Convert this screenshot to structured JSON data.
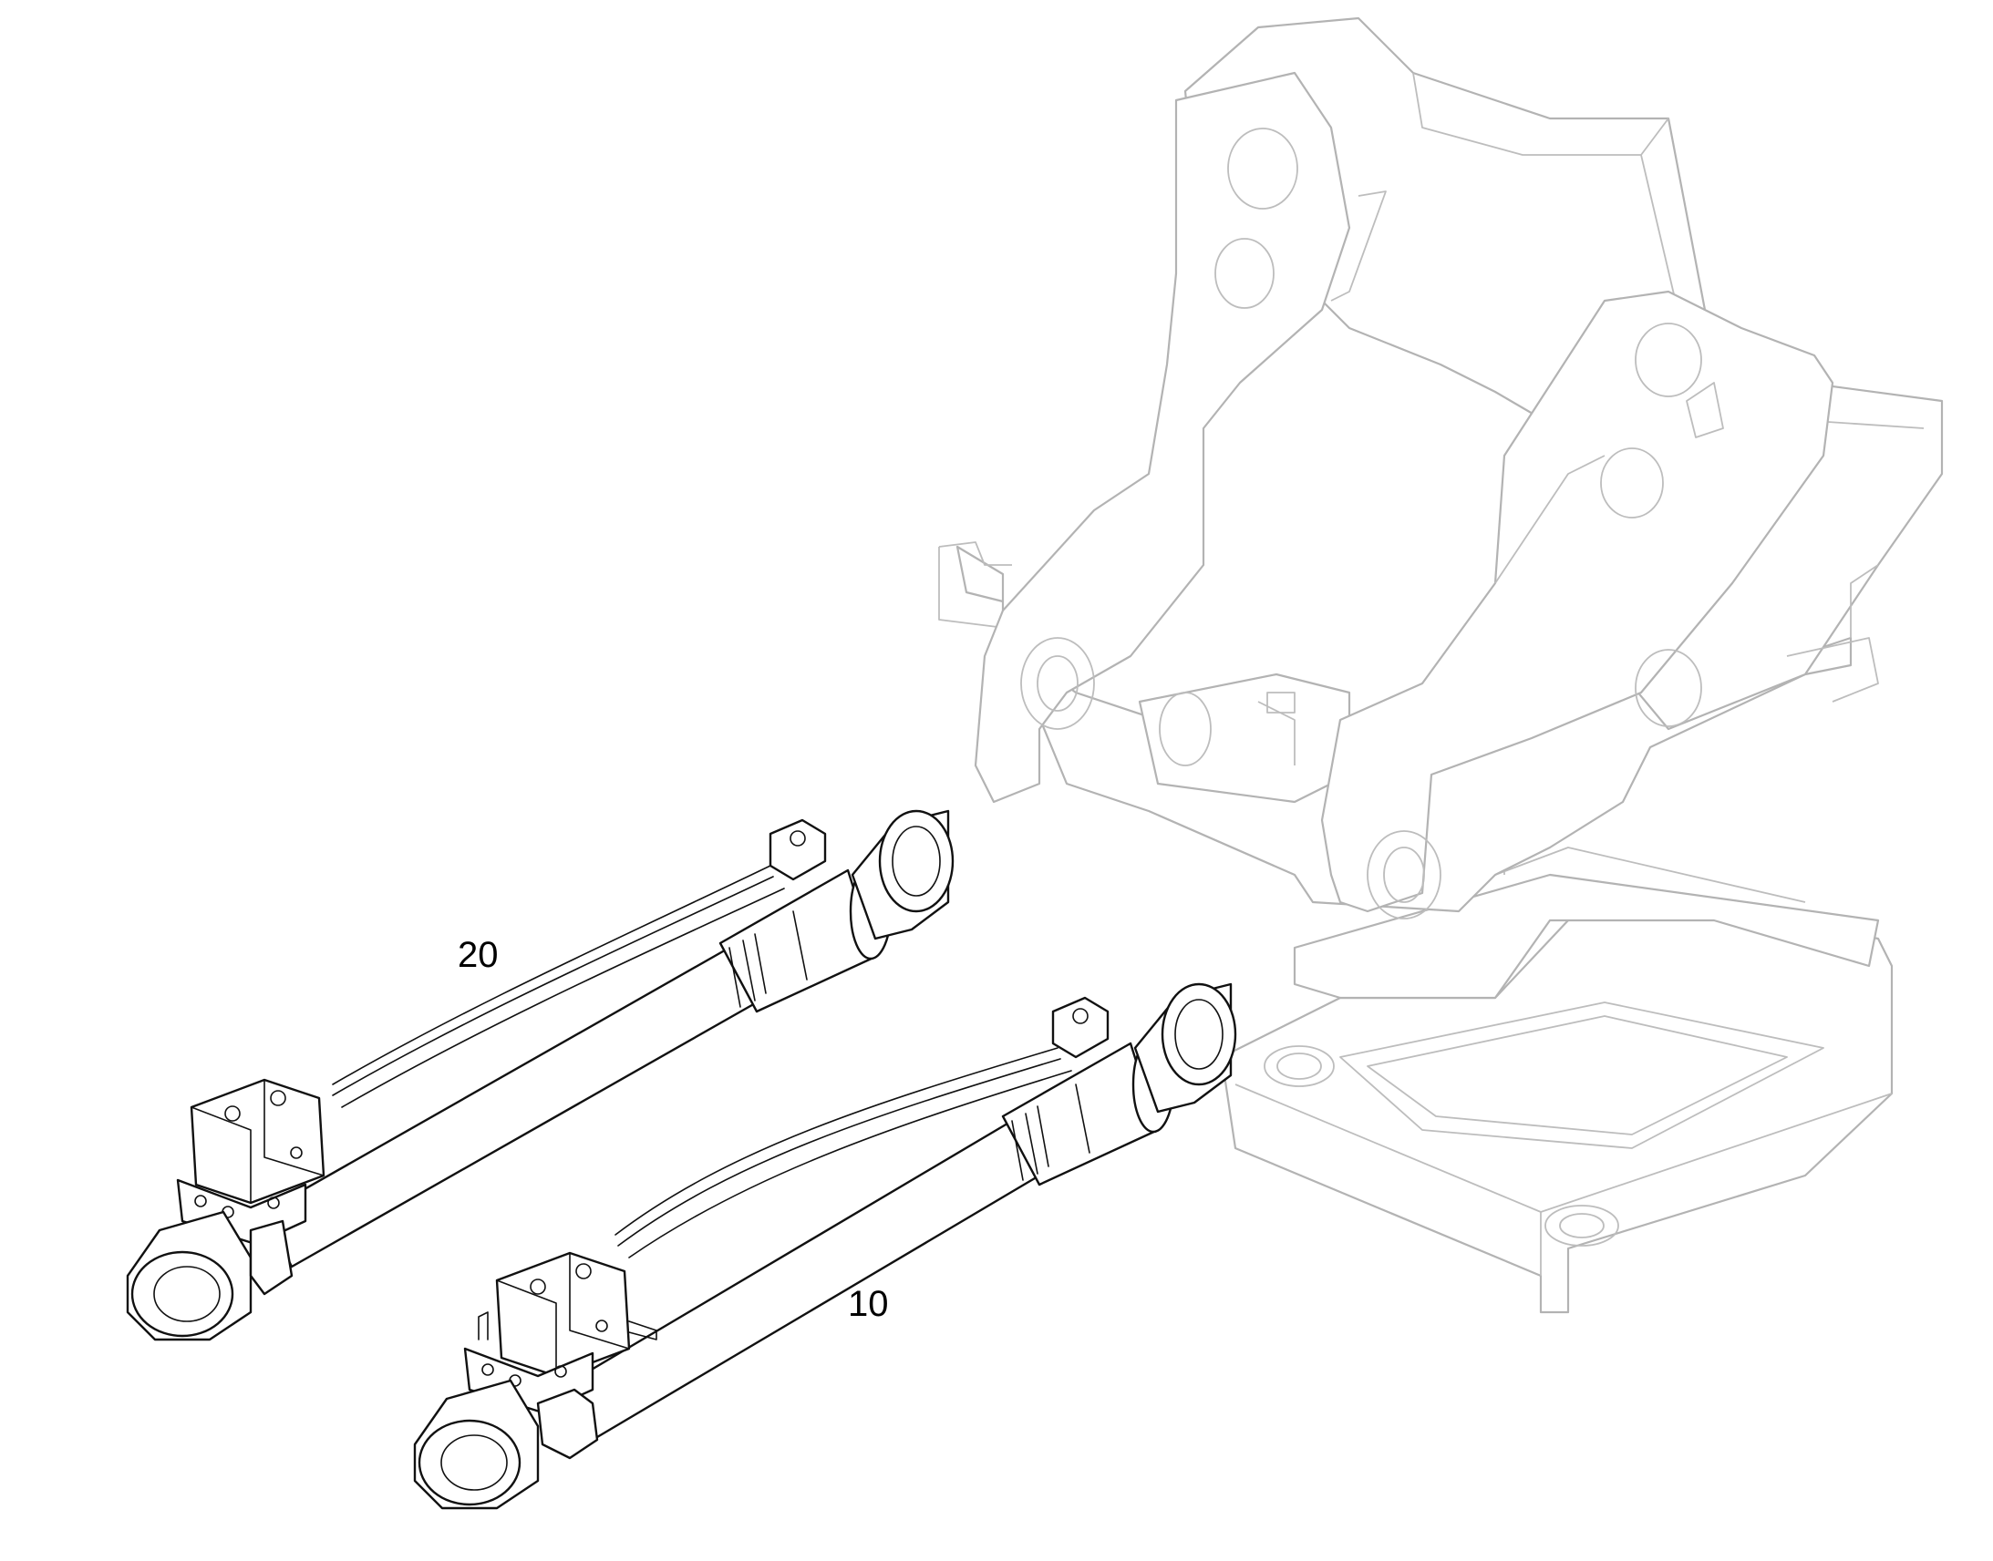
{
  "callouts": [
    {
      "id": "item-20",
      "label": "20"
    },
    {
      "id": "item-10",
      "label": "10"
    }
  ]
}
